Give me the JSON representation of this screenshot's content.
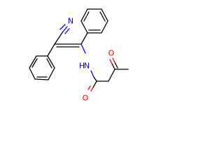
{
  "molecule": {
    "atoms": [
      {
        "id": "nitrile_N",
        "symbol": "N",
        "color": "#0000ff"
      },
      {
        "id": "amide_N",
        "symbol": "N",
        "color": "#0000ff"
      },
      {
        "id": "amide_H",
        "symbol": "H",
        "color": "#0000ff"
      },
      {
        "id": "amide_O",
        "symbol": "O",
        "color": "#ff0000"
      },
      {
        "id": "ketone_O",
        "symbol": "O",
        "color": "#ff0000"
      }
    ],
    "bond_color": "#000000"
  }
}
